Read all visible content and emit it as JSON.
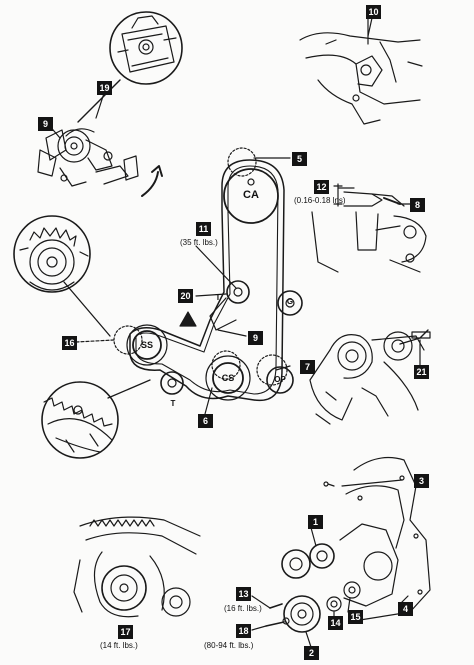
{
  "callouts": [
    "1",
    "2",
    "3",
    "4",
    "5",
    "6",
    "7",
    "8",
    "9",
    "10",
    "11",
    "12",
    "13",
    "14",
    "15",
    "16",
    "17",
    "18",
    "19",
    "20",
    "21"
  ],
  "pulleys": {
    "ca": "CA",
    "ss": "SS",
    "cs": "CS",
    "op": "OP",
    "g": "G",
    "t": "T"
  },
  "torque": {
    "item_11": "(35 ft. lbs.)",
    "item_12": "(0.16-0.18 lns)",
    "item_13": "(16 ft. lbs.)",
    "item_17": "(14 ft. lbs.)",
    "item_18": "(80-94 ft. lbs.)"
  },
  "colors": {
    "line": "#1a1a1a",
    "callout_bg": "#141414",
    "callout_text": "#ffffff",
    "paper": "#fbfbfa"
  }
}
